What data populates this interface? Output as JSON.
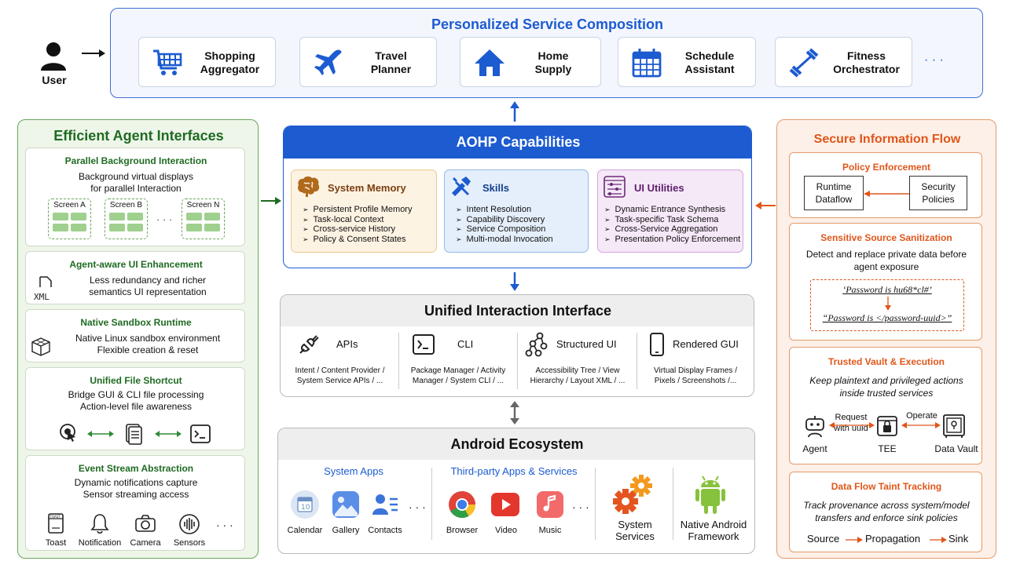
{
  "user": {
    "label": "User"
  },
  "composition": {
    "title": "Personalized Service Composition",
    "services": [
      {
        "name": "Shopping\nAggregator",
        "icon": "cart-icon"
      },
      {
        "name": "Travel\nPlanner",
        "icon": "airplane-icon"
      },
      {
        "name": "Home\nSupply",
        "icon": "home-icon"
      },
      {
        "name": "Schedule\nAssistant",
        "icon": "calendar-icon"
      },
      {
        "name": "Fitness\nOrchestrator",
        "icon": "dumbbell-icon"
      }
    ],
    "more": "· · ·"
  },
  "left": {
    "title": "Efficient Agent Interfaces",
    "parallel": {
      "title": "Parallel Background Interaction",
      "desc": "Background virtual displays\nfor parallel Interaction",
      "screens": [
        "Screen A",
        "Screen B",
        "Screen N"
      ],
      "ellipsis": "· · ·"
    },
    "ui_enh": {
      "title": "Agent-aware UI Enhancement",
      "desc": "Less redundancy and richer\nsemantics UI representation",
      "icon_text": "XML"
    },
    "sandbox": {
      "title": "Native Sandbox Runtime",
      "desc": "Native Linux sandbox environment\nFlexible creation & reset"
    },
    "file": {
      "title": "Unified File Shortcut",
      "desc": "Bridge GUI & CLI file processing\nAction-level file awareness"
    },
    "event": {
      "title": "Event Stream Abstraction",
      "desc": "Dynamic notifications capture\nSensor streaming access",
      "items": [
        "Toast",
        "Notification",
        "Camera",
        "Sensors"
      ],
      "more": "· · ·",
      "toast_tag": "TOAST"
    }
  },
  "aohp": {
    "title": "AOHP Capabilities",
    "memory": {
      "title": "System Memory",
      "items": [
        "Persistent Profile Memory",
        "Task-local Context",
        "Cross-service History",
        "Policy & Consent States"
      ]
    },
    "skills": {
      "title": "Skills",
      "items": [
        "Intent Resolution",
        "Capability Discovery",
        "Service Composition",
        "Multi-modal Invocation"
      ]
    },
    "ui": {
      "title": "UI Utilities",
      "items": [
        "Dynamic Entrance Synthesis",
        "Task-specific Task Schema",
        "Cross-Service Aggregation",
        "Presentation Policy Enforcement"
      ]
    }
  },
  "uii": {
    "title": "Unified Interaction Interface",
    "cols": [
      {
        "name": "APIs",
        "desc": "Intent / Content Provider /\nSystem Service APIs / ..."
      },
      {
        "name": "CLI",
        "desc": "Package Manager / Activity\nManager / System CLI / ..."
      },
      {
        "name": "Structured UI",
        "desc": "Accessibility Tree / View\nHierarchy / Layout XML / ..."
      },
      {
        "name": "Rendered GUI",
        "desc": "Virtual Display Frames /\nPixels / Screenshots /..."
      }
    ]
  },
  "android": {
    "title": "Android Ecosystem",
    "system_apps": {
      "title": "System Apps",
      "items": [
        "Calendar",
        "Gallery",
        "Contacts"
      ]
    },
    "third_party": {
      "title": "Third-party Apps & Services",
      "items": [
        "Browser",
        "Video",
        "Music"
      ]
    },
    "more": "· · ·",
    "services": "System\nServices",
    "framework": "Native Android\nFramework"
  },
  "right": {
    "title": "Secure Information Flow",
    "policy": {
      "title": "Policy Enforcement",
      "left": "Runtime\nDataflow",
      "right": "Security\nPolicies"
    },
    "sanitize": {
      "title": "Sensitive Source Sanitization",
      "desc": "Detect and replace private data before\nagent exposure",
      "before": "‘Password is hu68*cl#’",
      "after": "“Password is </password-uuid>”"
    },
    "vault": {
      "title": "Trusted Vault & Execution",
      "desc": "Keep plaintext and privileged actions\ninside trusted services",
      "agent": "Agent",
      "tee": "TEE",
      "data_vault": "Data Vault",
      "request": "Request\nwith uuid",
      "operate": "Operate"
    },
    "taint": {
      "title": "Data Flow Taint Tracking",
      "desc": "Track provenance across system/model\ntransfers and enforce sink policies",
      "source": "Source",
      "propagation": "Propagation",
      "sink": "Sink"
    }
  },
  "colors": {
    "blue": "#1c5bd0",
    "green": "#1f6b22",
    "orange": "#e0561a"
  }
}
